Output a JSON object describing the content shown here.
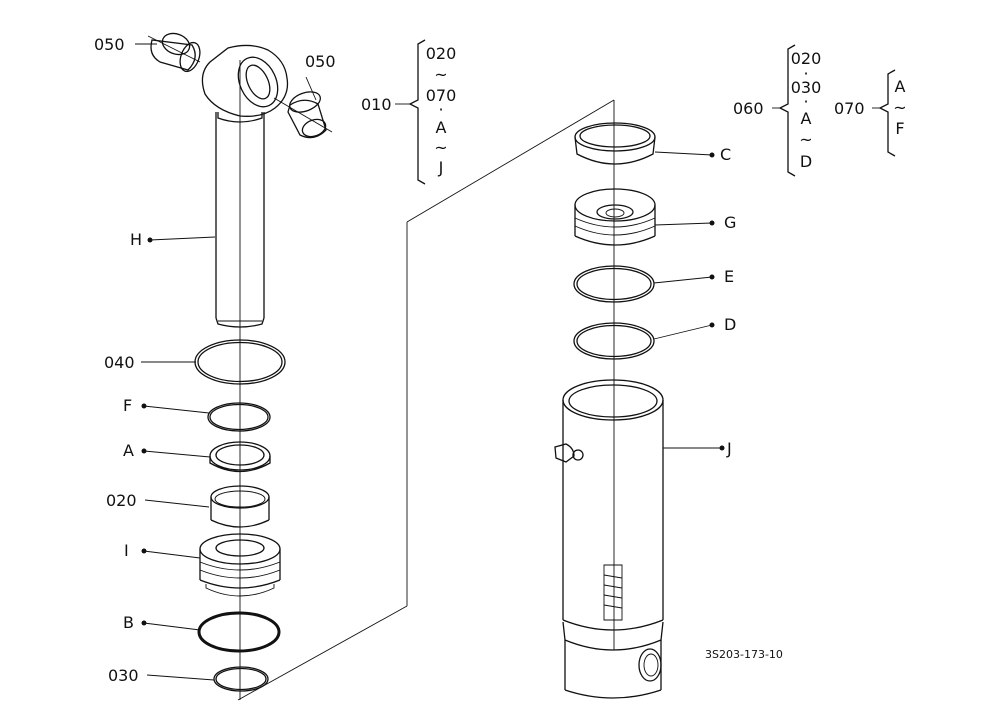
{
  "diagram": {
    "labels": {
      "p050_left": "050",
      "p050_right": "050",
      "H": "H",
      "p040": "040",
      "F": "F",
      "A": "A",
      "p020": "020",
      "I": "I",
      "B": "B",
      "p030": "030",
      "C": "C",
      "G": "G",
      "E": "E",
      "D": "D",
      "J": "J"
    },
    "kits": [
      {
        "id": "010",
        "items": [
          "020",
          "~",
          "070",
          "·",
          "A",
          "~",
          "J"
        ]
      },
      {
        "id": "060",
        "items": [
          "020",
          "·",
          "030",
          "·",
          "A",
          "~",
          "D"
        ]
      },
      {
        "id": "070",
        "items": [
          "A",
          "~",
          "F"
        ]
      }
    ],
    "drawing_code": "3S203-173-10"
  }
}
